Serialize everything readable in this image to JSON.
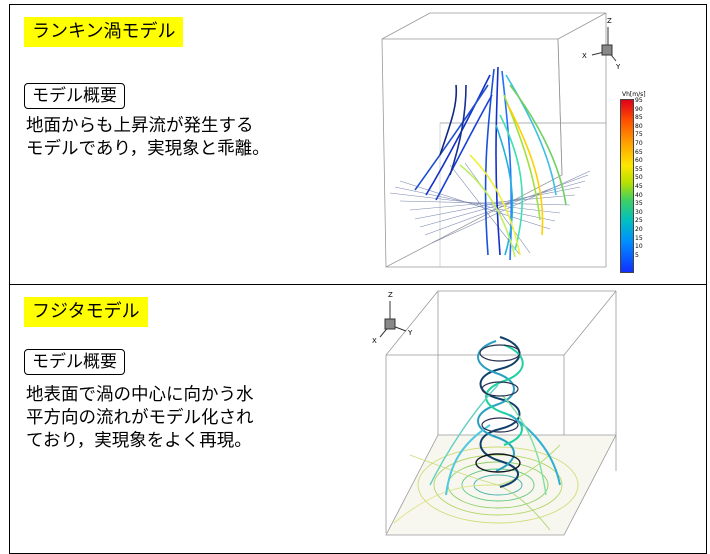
{
  "top": {
    "title": "ランキン渦モデル",
    "overview_label": "モデル概要",
    "description_lines": [
      "地面からも上昇流が発生する",
      "モデルであり，実現象と乖離。"
    ],
    "legend": {
      "title": "Vh[m/s]",
      "values": [
        "95",
        "90",
        "85",
        "80",
        "75",
        "70",
        "65",
        "60",
        "55",
        "50",
        "45",
        "40",
        "35",
        "30",
        "25",
        "20",
        "15",
        "10",
        "5"
      ]
    },
    "axes": {
      "z": "Z",
      "x": "X",
      "y": "Y"
    }
  },
  "bottom": {
    "title": "フジタモデル",
    "overview_label": "モデル概要",
    "description_lines": [
      "地表面で渦の中心に向かう水",
      "平方向の流れがモデル化され",
      "ており，実現象をよく再現。"
    ],
    "axes": {
      "z": "Z",
      "x": "X",
      "y": "Y"
    }
  },
  "colors": {
    "highlight": "#ffff00"
  }
}
